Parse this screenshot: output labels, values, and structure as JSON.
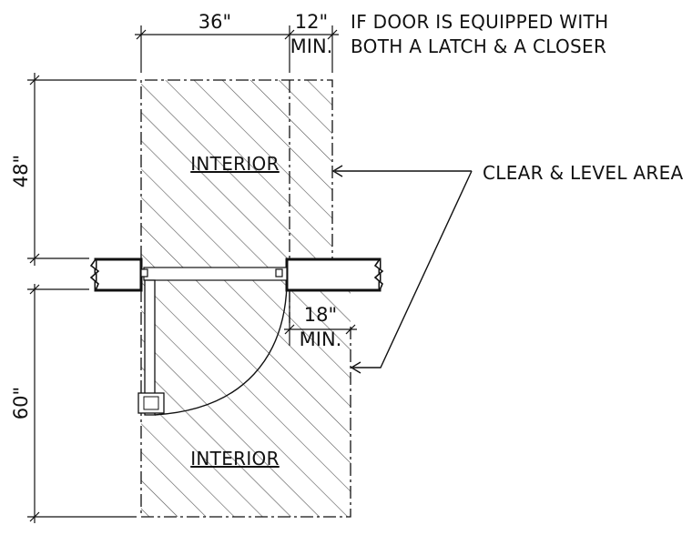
{
  "dimensions": {
    "width_main": "36\"",
    "width_side": "12\"",
    "width_side_min": "MIN.",
    "depth_top": "48\"",
    "depth_bottom": "60\"",
    "pull_side": "18\"",
    "pull_side_min": "MIN."
  },
  "notes": {
    "latch_closer_line1": "IF DOOR IS EQUIPPED WITH",
    "latch_closer_line2": "BOTH A LATCH & A CLOSER",
    "clear_area": "CLEAR & LEVEL AREA"
  },
  "zones": {
    "top_label": "INTERIOR",
    "bottom_label": "INTERIOR"
  },
  "colors": {
    "ink": "#111111",
    "hatch": "#555555"
  }
}
